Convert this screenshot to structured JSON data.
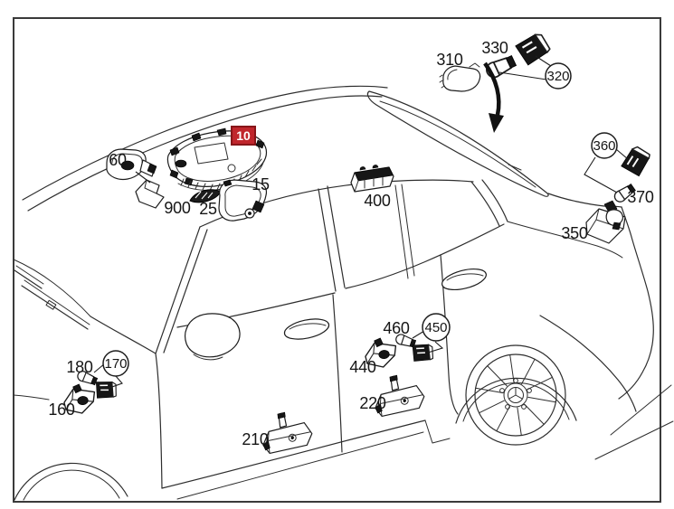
{
  "diagram": {
    "type": "vehicle-parts-diagram",
    "subject": "sedan side view with interior lamp components",
    "colors": {
      "background": "#ffffff",
      "line": "#2e2e2e",
      "frame_border": "#3a3a3a",
      "highlight_fill": "#c0262c",
      "highlight_border": "#871519",
      "highlight_text": "#ffffff",
      "label_text": "#151515"
    },
    "callouts": {
      "c10": {
        "label": "10",
        "style": "highlighted-box",
        "part": "overhead-control-unit"
      },
      "c15": {
        "label": "15",
        "style": "plain",
        "part": "reading-lamp-frame"
      },
      "c25": {
        "label": "25",
        "style": "plain",
        "part": "lens-cover"
      },
      "c60": {
        "label": "60",
        "style": "plain",
        "part": "front-interior-lamp"
      },
      "c900": {
        "label": "900",
        "style": "plain",
        "part": "mounting-bracket"
      },
      "c310": {
        "label": "310",
        "style": "plain",
        "part": "rear-lamp-lens"
      },
      "c320": {
        "label": "320",
        "style": "circled",
        "part": "bulb-socket-group"
      },
      "c330": {
        "label": "330",
        "style": "plain",
        "part": "bulb"
      },
      "c400": {
        "label": "400",
        "style": "plain",
        "part": "roof-rail-lamp"
      },
      "c350": {
        "label": "350",
        "style": "plain",
        "part": "trunk-lamp-housing"
      },
      "c360": {
        "label": "360",
        "style": "circled",
        "part": "led-module-group"
      },
      "c370": {
        "label": "370",
        "style": "plain",
        "part": "bulb"
      },
      "c160": {
        "label": "160",
        "style": "plain",
        "part": "footwell-lamp-housing"
      },
      "c170": {
        "label": "170",
        "style": "circled",
        "part": "bulb-socket-group"
      },
      "c180": {
        "label": "180",
        "style": "plain",
        "part": "bulb"
      },
      "c210": {
        "label": "210",
        "style": "plain",
        "part": "front-door-lamp"
      },
      "c220": {
        "label": "220",
        "style": "plain",
        "part": "rear-door-lamp"
      },
      "c440": {
        "label": "440",
        "style": "plain",
        "part": "rear-footwell-lamp-housing"
      },
      "c450": {
        "label": "450",
        "style": "circled",
        "part": "bulb-socket-group"
      },
      "c460": {
        "label": "460",
        "style": "plain",
        "part": "bulb"
      }
    }
  }
}
